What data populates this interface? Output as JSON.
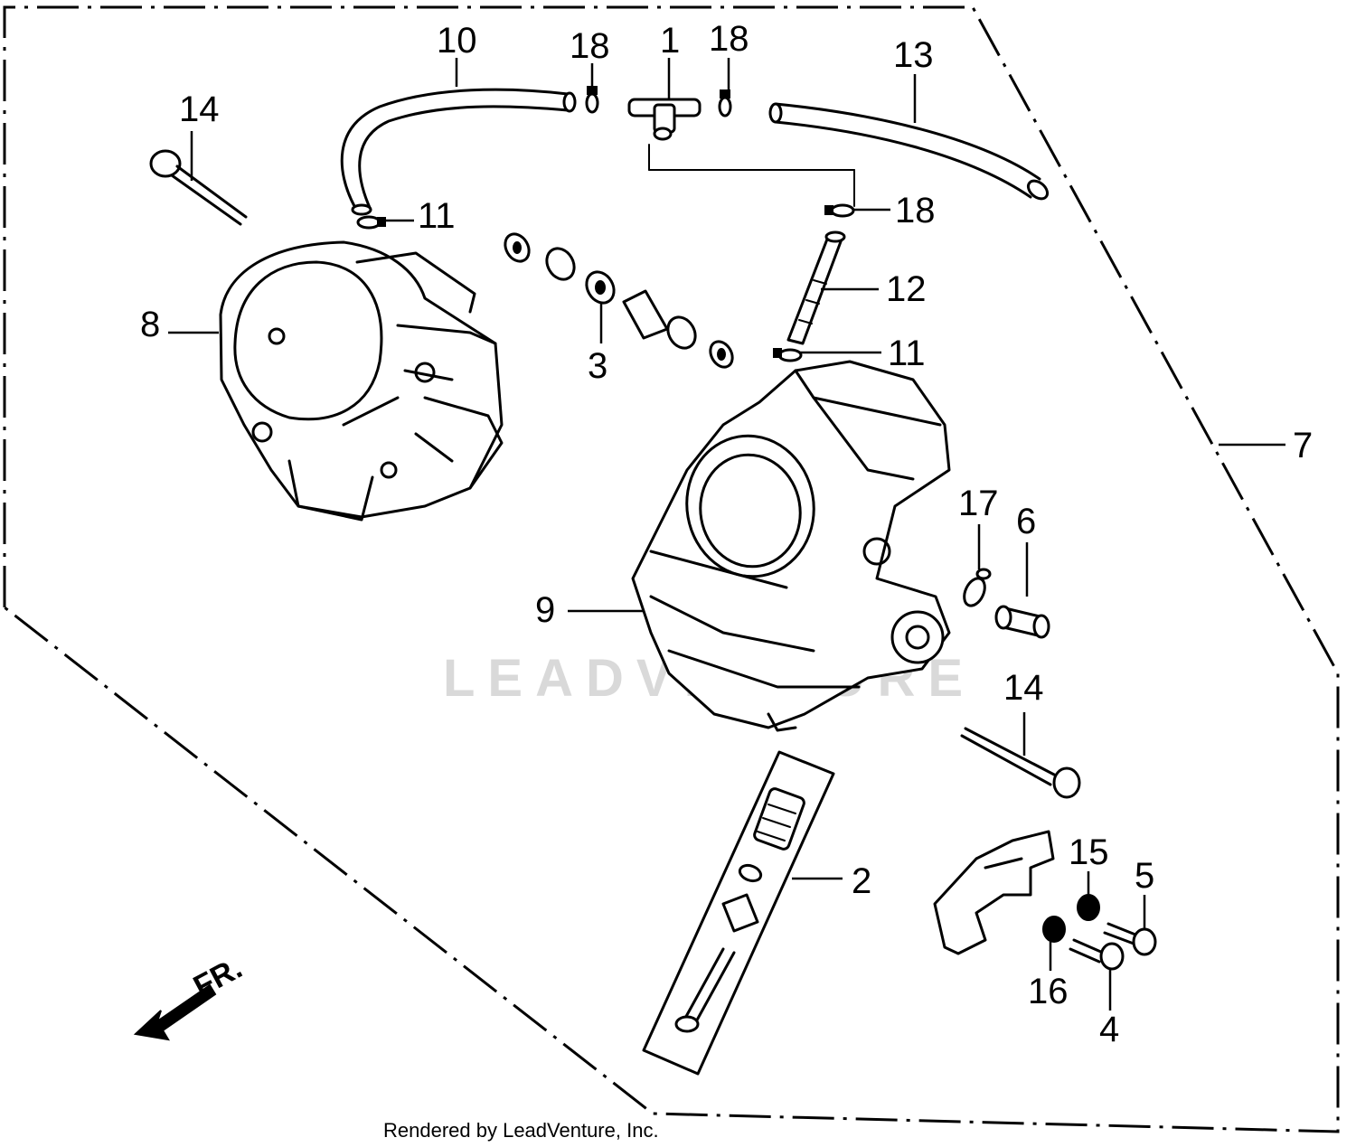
{
  "callouts": {
    "c1": "1",
    "c2": "2",
    "c3": "3",
    "c4": "4",
    "c5": "5",
    "c6": "6",
    "c7": "7",
    "c8": "8",
    "c9": "9",
    "c10": "10",
    "c11a": "11",
    "c11b": "11",
    "c12": "12",
    "c13": "13",
    "c14a": "14",
    "c14b": "14",
    "c15": "15",
    "c16": "16",
    "c17": "17",
    "c18a": "18",
    "c18b": "18",
    "c18c": "18"
  },
  "front_arrow_label": "FR.",
  "watermark": "LEADVENTURE",
  "footer": "Rendered by LeadVenture, Inc."
}
